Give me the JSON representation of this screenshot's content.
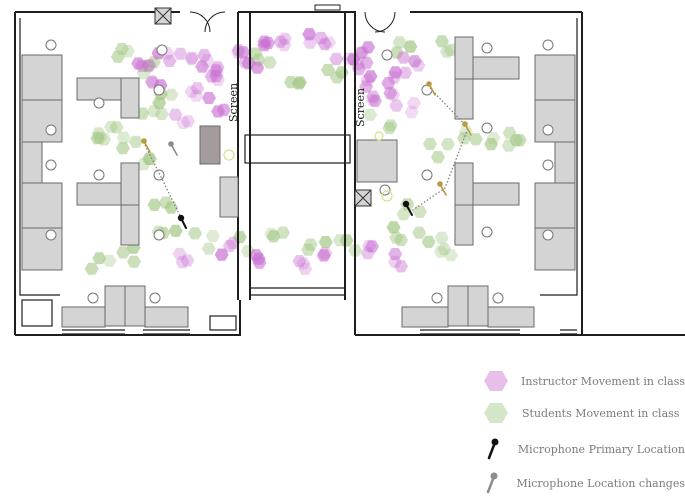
{
  "floorplan": {
    "screen_label": "Screen",
    "colors": {
      "wall": "#1e1e1e",
      "furniture_fill": "#d4d4d4",
      "furniture_stroke": "#6a6a6a",
      "podium_dark": "#a49c9c",
      "instructor": "#c86ed2",
      "students": "#a6c98a",
      "path": "#777777",
      "seat_marker": "#d7e08a"
    }
  },
  "legend": {
    "items": [
      {
        "label": "Instructor Movement in class",
        "icon": "hexagon-pink-icon"
      },
      {
        "label": "Students Movement in class",
        "icon": "hexagon-green-icon"
      },
      {
        "label": "Microphone Primary Location",
        "icon": "microphone-black-icon"
      },
      {
        "label": "Microphone Location changes",
        "icon": "microphone-grey-icon"
      }
    ]
  }
}
